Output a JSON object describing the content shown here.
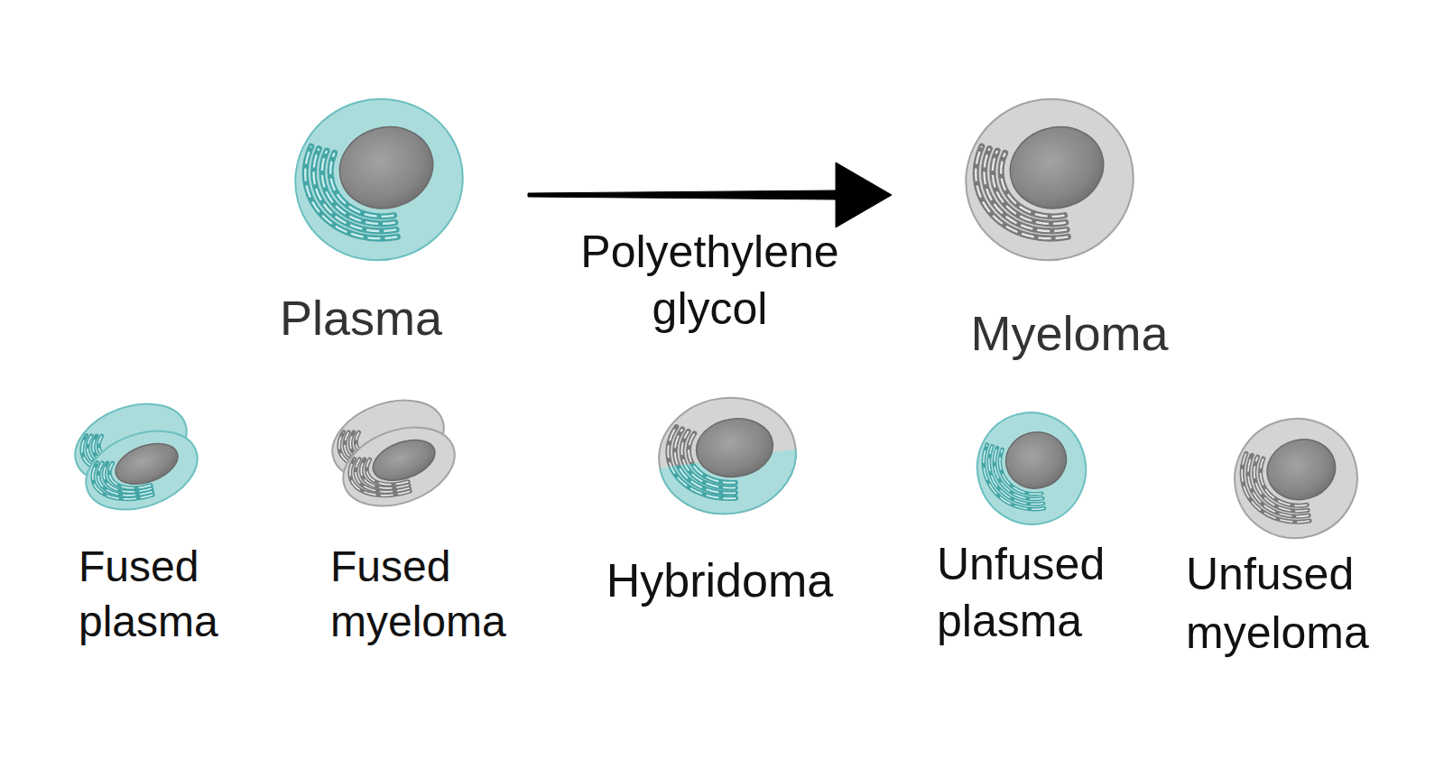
{
  "diagram": {
    "nodes": [
      {
        "text": [
          "Plasma"
        ]
      },
      {
        "text": [
          "Myeloma"
        ]
      },
      {
        "text": [
          "Fused plasma"
        ]
      },
      {
        "text": [
          "Fused myeloma"
        ]
      },
      {
        "text": [
          "Hybridoma"
        ]
      },
      {
        "text": [
          "Unfused plasma"
        ]
      },
      {
        "text": [
          "Unfused myeloma"
        ]
      }
    ],
    "edges": [
      {
        "from": 0,
        "to": 1,
        "label": "Polyethylene glycol",
        "arrow": "to"
      }
    ]
  }
}
